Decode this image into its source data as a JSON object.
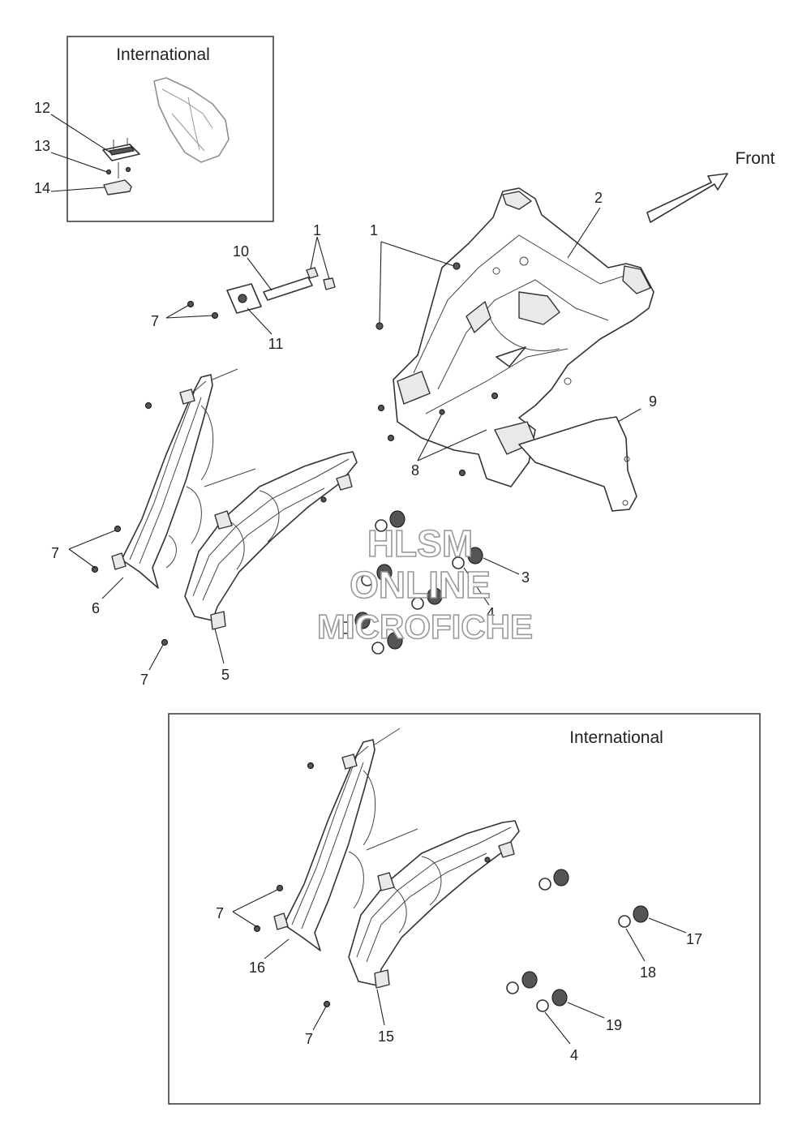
{
  "insets": {
    "top_title": "International",
    "bottom_title": "International"
  },
  "direction_label": "Front",
  "watermark": {
    "line1": "HLSM",
    "line2": "ONLINE",
    "line3": "MICROFICHE"
  },
  "callouts": {
    "c1a": "1",
    "c1b": "1",
    "c2": "2",
    "c3": "3",
    "c4a": "4",
    "c4b": "4",
    "c5": "5",
    "c6": "6",
    "c7a": "7",
    "c7b": "7",
    "c7c": "7",
    "c7d": "7",
    "c7e": "7",
    "c8": "8",
    "c9": "9",
    "c10": "10",
    "c11": "11",
    "c12": "12",
    "c13": "13",
    "c14": "14",
    "c15": "15",
    "c16": "16",
    "c17": "17",
    "c18": "18",
    "c19": "19"
  }
}
